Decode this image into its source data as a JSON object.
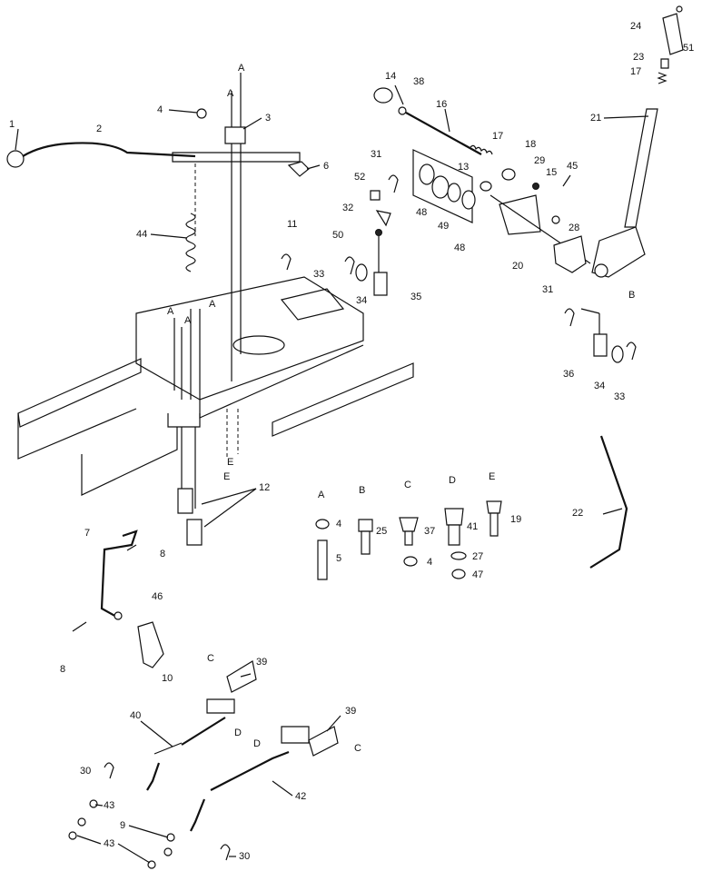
{
  "diagram": {
    "callouts": [
      {
        "id": "c1",
        "text": "1"
      },
      {
        "id": "c2",
        "text": "2"
      },
      {
        "id": "c3",
        "text": "3"
      },
      {
        "id": "c4",
        "text": "4"
      },
      {
        "id": "c6",
        "text": "6"
      },
      {
        "id": "c44",
        "text": "44"
      },
      {
        "id": "c11",
        "text": "11"
      },
      {
        "id": "c12",
        "text": "12"
      },
      {
        "id": "c7",
        "text": "7"
      },
      {
        "id": "c8a",
        "text": "8"
      },
      {
        "id": "c46",
        "text": "46"
      },
      {
        "id": "c8b",
        "text": "8"
      },
      {
        "id": "c10",
        "text": "10"
      },
      {
        "id": "c14",
        "text": "14"
      },
      {
        "id": "c38",
        "text": "38"
      },
      {
        "id": "c16",
        "text": "16"
      },
      {
        "id": "c17a",
        "text": "17"
      },
      {
        "id": "c18",
        "text": "18"
      },
      {
        "id": "c13",
        "text": "13"
      },
      {
        "id": "c29",
        "text": "29"
      },
      {
        "id": "c15",
        "text": "15"
      },
      {
        "id": "c45",
        "text": "45"
      },
      {
        "id": "c31a",
        "text": "31"
      },
      {
        "id": "c52",
        "text": "52"
      },
      {
        "id": "c32",
        "text": "32"
      },
      {
        "id": "c50",
        "text": "50"
      },
      {
        "id": "c48a",
        "text": "48"
      },
      {
        "id": "c49",
        "text": "49"
      },
      {
        "id": "c48b",
        "text": "48"
      },
      {
        "id": "c28",
        "text": "28"
      },
      {
        "id": "c33a",
        "text": "33"
      },
      {
        "id": "c34a",
        "text": "34"
      },
      {
        "id": "c35",
        "text": "35"
      },
      {
        "id": "c20",
        "text": "20"
      },
      {
        "id": "c31b",
        "text": "31"
      },
      {
        "id": "c36",
        "text": "36"
      },
      {
        "id": "c34b",
        "text": "34"
      },
      {
        "id": "c33b",
        "text": "33"
      },
      {
        "id": "c24",
        "text": "24"
      },
      {
        "id": "c51",
        "text": "51"
      },
      {
        "id": "c23",
        "text": "23"
      },
      {
        "id": "c17b",
        "text": "17"
      },
      {
        "id": "c21",
        "text": "21"
      },
      {
        "id": "cB1",
        "text": "B"
      },
      {
        "id": "c22",
        "text": "22"
      },
      {
        "id": "c39a",
        "text": "39"
      },
      {
        "id": "c40",
        "text": "40"
      },
      {
        "id": "c39b",
        "text": "39"
      },
      {
        "id": "c42",
        "text": "42"
      },
      {
        "id": "c30a",
        "text": "30"
      },
      {
        "id": "c43a",
        "text": "43"
      },
      {
        "id": "c9",
        "text": "9"
      },
      {
        "id": "c43b",
        "text": "43"
      },
      {
        "id": "c30b",
        "text": "30"
      },
      {
        "id": "c4b",
        "text": "4"
      },
      {
        "id": "c5",
        "text": "5"
      },
      {
        "id": "c25",
        "text": "25"
      },
      {
        "id": "c37",
        "text": "37"
      },
      {
        "id": "c4c",
        "text": "4"
      },
      {
        "id": "c41",
        "text": "41"
      },
      {
        "id": "c27",
        "text": "27"
      },
      {
        "id": "c47",
        "text": "47"
      },
      {
        "id": "c19",
        "text": "19"
      }
    ],
    "ref_letters": [
      {
        "id": "rA1",
        "text": "A"
      },
      {
        "id": "rA2",
        "text": "A"
      },
      {
        "id": "rA3",
        "text": "A"
      },
      {
        "id": "rA4",
        "text": "A"
      },
      {
        "id": "rA5",
        "text": "A"
      },
      {
        "id": "rE1",
        "text": "E"
      },
      {
        "id": "rE2",
        "text": "E"
      },
      {
        "id": "rC1",
        "text": "C"
      },
      {
        "id": "rD1",
        "text": "D"
      },
      {
        "id": "rD2",
        "text": "D"
      },
      {
        "id": "rC2",
        "text": "C"
      }
    ],
    "column_headers": [
      "A",
      "B",
      "C",
      "D",
      "E"
    ]
  }
}
